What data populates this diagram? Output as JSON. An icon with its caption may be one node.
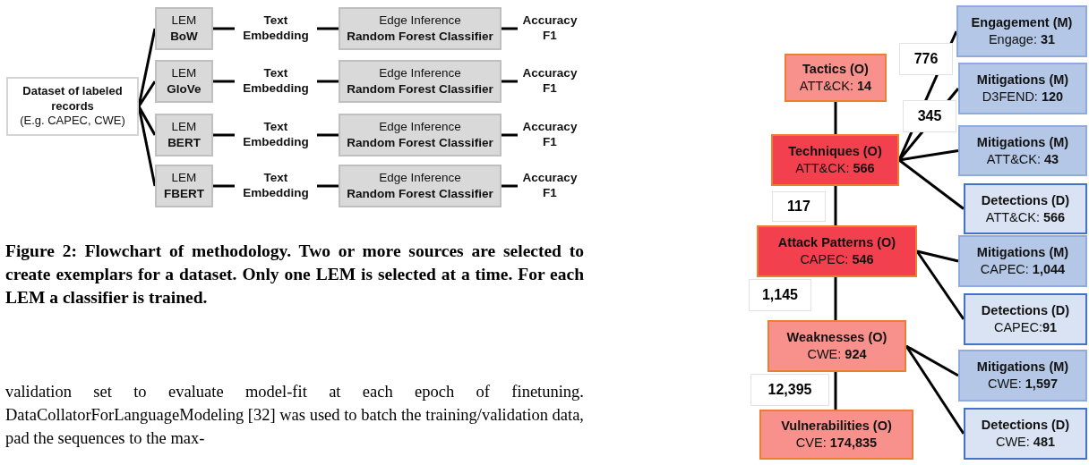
{
  "diagram": {
    "caption": "Figure 2: Flowchart of methodology. Two or more sources are selected to create exemplars for a dataset. Only one LEM is selected at a time. For each LEM a classifier is trained.",
    "nodes": [
      {
        "text": [
          "Dataset of labeled records",
          "(E.g. CAPEC, CWE)"
        ]
      },
      {
        "text": [
          "LEM",
          "BoW"
        ]
      },
      {
        "text": [
          "Text Embedding"
        ]
      },
      {
        "text": [
          "Edge Inference",
          "Random Forest Classifier"
        ]
      },
      {
        "text": [
          "Accuracy F1"
        ]
      },
      {
        "text": [
          "LEM",
          "GloVe"
        ]
      },
      {
        "text": [
          "Text Embedding"
        ]
      },
      {
        "text": [
          "Edge Inference",
          "Random Forest Classifier"
        ]
      },
      {
        "text": [
          "Accuracy F1"
        ]
      },
      {
        "text": [
          "LEM",
          "BERT"
        ]
      },
      {
        "text": [
          "Text Embedding"
        ]
      },
      {
        "text": [
          "Edge Inference",
          "Random Forest Classifier"
        ]
      },
      {
        "text": [
          "Accuracy F1"
        ]
      },
      {
        "text": [
          "LEM",
          "FBERT"
        ]
      },
      {
        "text": [
          "Text Embedding"
        ]
      },
      {
        "text": [
          "Edge Inference",
          "Random Forest Classifier"
        ]
      },
      {
        "text": [
          "Accuracy F1"
        ]
      },
      {
        "text": [
          "Tactics (O)",
          "ATT&CK: **14**"
        ]
      },
      {
        "text": [
          "Techniques (O)",
          "ATT&CK: **566**"
        ]
      },
      {
        "text": [
          "Attack Patterns (O)",
          "CAPEC: **546**"
        ]
      },
      {
        "text": [
          "Weaknesses (O)",
          "CWE: **924**"
        ]
      },
      {
        "text": [
          "Vulnerabilities (O)",
          "CVE: **174,835**"
        ]
      },
      {
        "text": [
          "Engagement (M)",
          "Engage: **31**"
        ]
      },
      {
        "text": [
          "Mitigations (M)",
          "D3FEND: **120**"
        ]
      },
      {
        "text": [
          "Mitigations (M)",
          "ATT&CK: **43**"
        ]
      },
      {
        "text": [
          "Detections (D)",
          "ATT&CK: **566**"
        ]
      },
      {
        "text": [
          "Mitigations (M)",
          "CAPEC: **1,044**"
        ]
      },
      {
        "text": [
          "Detections (D)",
          "CAPEC:**91**"
        ]
      },
      {
        "text": [
          "Mitigations (M)",
          "CWE: **1,597**"
        ]
      },
      {
        "text": [
          "Detections (D)",
          "CWE: **481**"
        ]
      }
    ],
    "edges": [
      {
        "from": 0,
        "to": 1,
        "arrow": "none"
      },
      {
        "from": 1,
        "to": 2,
        "arrow": "none"
      },
      {
        "from": 2,
        "to": 3,
        "arrow": "none"
      },
      {
        "from": 3,
        "to": 4,
        "arrow": "none"
      },
      {
        "from": 0,
        "to": 5,
        "arrow": "none"
      },
      {
        "from": 5,
        "to": 6,
        "arrow": "none"
      },
      {
        "from": 6,
        "to": 7,
        "arrow": "none"
      },
      {
        "from": 7,
        "to": 8,
        "arrow": "none"
      },
      {
        "from": 0,
        "to": 9,
        "arrow": "none"
      },
      {
        "from": 9,
        "to": 10,
        "arrow": "none"
      },
      {
        "from": 10,
        "to": 11,
        "arrow": "none"
      },
      {
        "from": 11,
        "to": 12,
        "arrow": "none"
      },
      {
        "from": 0,
        "to": 13,
        "arrow": "none"
      },
      {
        "from": 13,
        "to": 14,
        "arrow": "none"
      },
      {
        "from": 14,
        "to": 15,
        "arrow": "none"
      },
      {
        "from": 15,
        "to": 16,
        "arrow": "none"
      },
      {
        "from": 17,
        "to": 18,
        "arrow": "none"
      },
      {
        "from": 18,
        "to": 19,
        "arrow": "none",
        "label": "117"
      },
      {
        "from": 19,
        "to": 20,
        "arrow": "none",
        "label": "1,145"
      },
      {
        "from": 20,
        "to": 21,
        "arrow": "none",
        "label": "12,395"
      },
      {
        "from": 18,
        "to": 22,
        "arrow": "none",
        "label": "776"
      },
      {
        "from": 18,
        "to": 23,
        "arrow": "none",
        "label": "345"
      },
      {
        "from": 18,
        "to": 24,
        "arrow": "none"
      },
      {
        "from": 18,
        "to": 25,
        "arrow": "none"
      },
      {
        "from": 19,
        "to": 26,
        "arrow": "none"
      },
      {
        "from": 19,
        "to": 27,
        "arrow": "none"
      },
      {
        "from": 20,
        "to": 28,
        "arrow": "none"
      },
      {
        "from": 20,
        "to": 29,
        "arrow": "none"
      }
    ],
    "labels": [
      "validation set to evaluate model-fit at each epoch of finetuning. DataCollatorForLanguageModeling [32] was used to batch the training/validation data, pad the sequences to the max-"
    ]
  }
}
